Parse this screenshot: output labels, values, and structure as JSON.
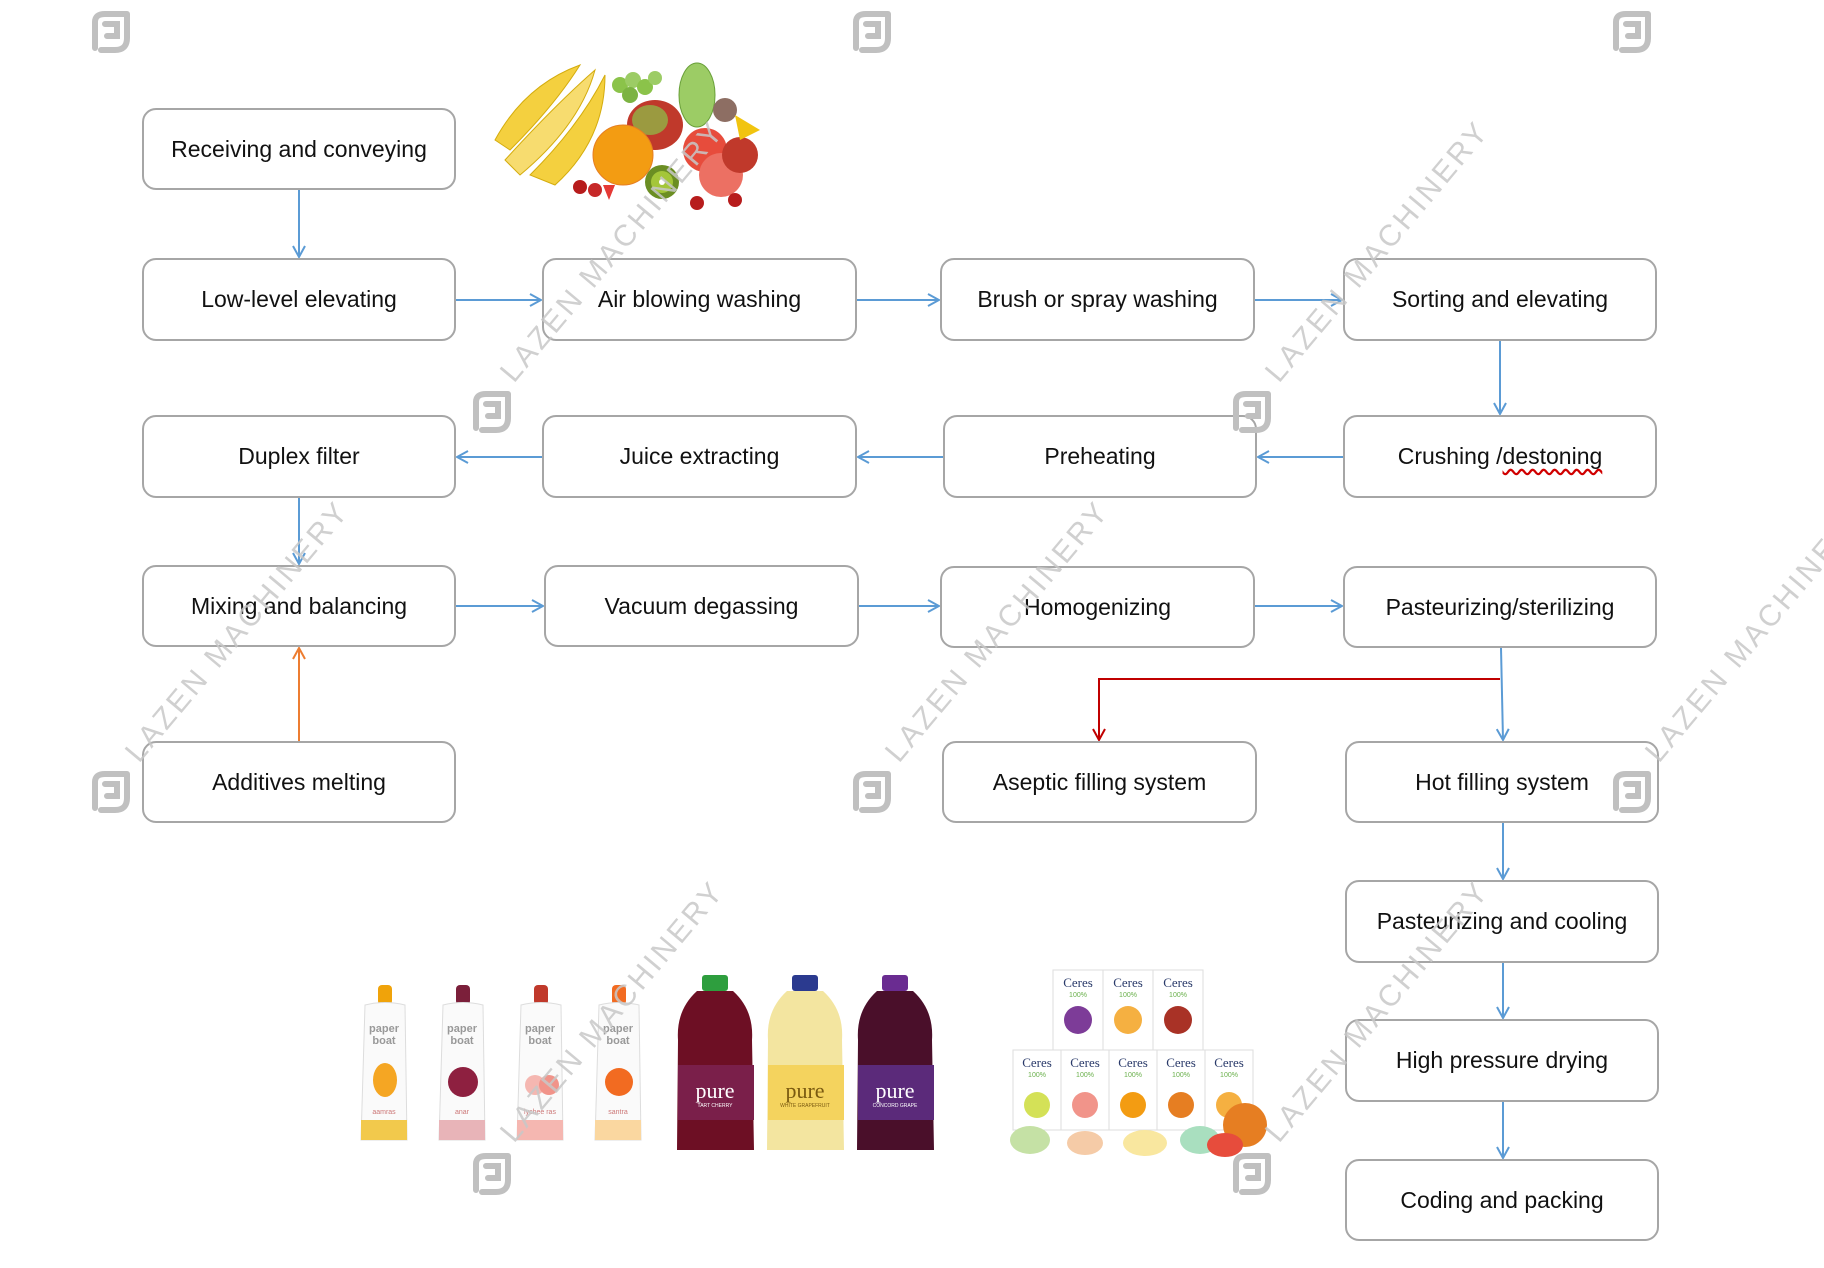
{
  "steps": {
    "receiving": "Receiving and conveying",
    "low_level": "Low-level elevating",
    "air_blowing": "Air blowing washing",
    "brush_spray": "Brush or spray washing",
    "sorting": "Sorting and elevating",
    "crushing_prefix": "Crushing /",
    "crushing_word": "destoning",
    "preheating": "Preheating",
    "juice_extracting": "Juice extracting",
    "duplex_filter": "Duplex filter",
    "mixing": "Mixing and balancing",
    "vacuum": "Vacuum degassing",
    "homogenizing": "Homogenizing",
    "pasteurizing_sterilizing": "Pasteurizing/sterilizing",
    "additives": "Additives melting",
    "aseptic": "Aseptic filling system",
    "hot_filling": "Hot filling system",
    "pasteurizing_cooling": "Pasteurizing and cooling",
    "high_pressure": "High pressure drying",
    "coding_packing": "Coding and packing"
  },
  "watermark": {
    "text": "LAZEN MACHINERY",
    "logo": "lazen-logo-icon"
  },
  "images": {
    "fruits": "fruit-assortment-image",
    "pouches": [
      "aamras",
      "anar",
      "lychee ras",
      "santra"
    ],
    "pouch_brand": [
      "paper",
      "boat"
    ],
    "bottles": [
      {
        "brand": "pure",
        "flavor": "TART CHERRY"
      },
      {
        "brand": "pure",
        "flavor": "WHITE GRAPEFRUIT"
      },
      {
        "brand": "pure",
        "flavor": "CONCORD GRAPE"
      }
    ],
    "cartons_brand": "Ceres",
    "cartons_label": "100%"
  },
  "colors": {
    "flow_arrow": "#5b9bd5",
    "aseptic_arrow": "#c00000",
    "additive_arrow": "#ed7d31",
    "box_border": "#a6a6a6"
  }
}
